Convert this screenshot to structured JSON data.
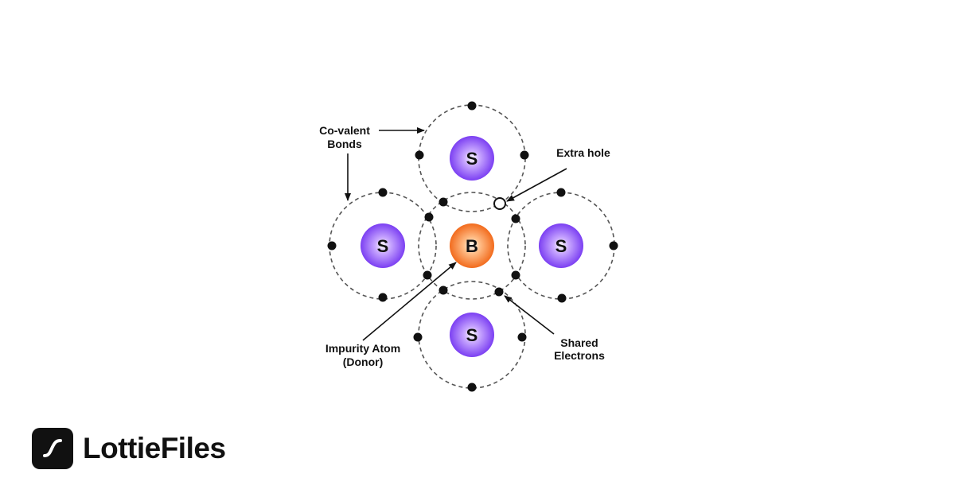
{
  "diagram": {
    "atoms": [
      {
        "id": "top",
        "symbol": "S",
        "type": "semiconductor"
      },
      {
        "id": "left",
        "symbol": "S",
        "type": "semiconductor"
      },
      {
        "id": "center",
        "symbol": "B",
        "type": "impurity"
      },
      {
        "id": "right",
        "symbol": "S",
        "type": "semiconductor"
      },
      {
        "id": "bottom",
        "symbol": "S",
        "type": "semiconductor"
      }
    ],
    "labels": {
      "covalent_line1": "Co-valent",
      "covalent_line2": "Bonds",
      "extra_hole": "Extra hole",
      "impurity_line1": "Impurity Atom",
      "impurity_line2": "(Donor)",
      "shared_line1": "Shared",
      "shared_line2": "Electrons"
    },
    "colors": {
      "semiconductor": "#7b3ff2",
      "impurity": "#f26b1d",
      "electron": "#111111",
      "orbit": "#555555"
    }
  },
  "brand": {
    "name": "LottieFiles",
    "icon": "lottiefiles-logo-icon"
  }
}
